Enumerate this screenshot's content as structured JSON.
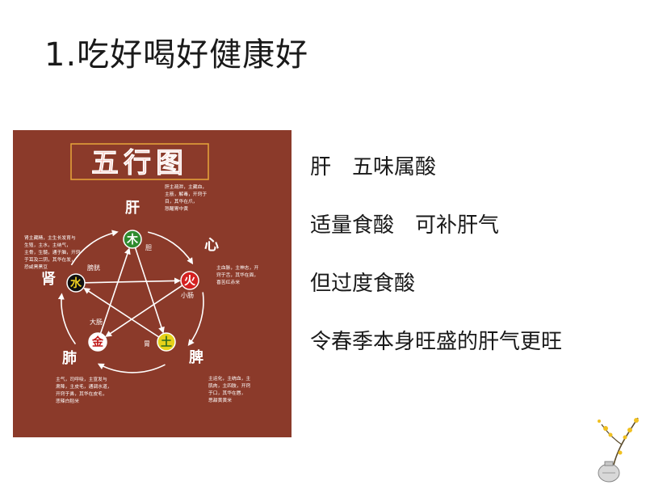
{
  "title": "1.吃好喝好健康好",
  "accent_bg": "#8b3a2a",
  "lines": [
    "肝　五味属酸",
    "适量食酸　可补肝气",
    "但过度食酸",
    "令春季本身旺盛的肝气更旺"
  ],
  "chart": {
    "title": "五行图",
    "elements": [
      {
        "char": "木",
        "color": "#2e8b2e",
        "text_color": "#ffffff",
        "organ": "肝",
        "fu": "胆"
      },
      {
        "char": "火",
        "color": "#d42020",
        "text_color": "#ffffff",
        "organ": "心",
        "fu": "小肠"
      },
      {
        "char": "土",
        "color": "#e6d21a",
        "text_color": "#2e6b1e",
        "organ": "脾",
        "fu": "胃"
      },
      {
        "char": "金",
        "color": "#ffffff",
        "text_color": "#c01818",
        "organ": "肺",
        "fu": "大肠"
      },
      {
        "char": "水",
        "color": "#111111",
        "text_color": "#f0d020",
        "organ": "肾",
        "fu": "膀胱"
      }
    ],
    "notes": {
      "liver": [
        "肝主疏泄，主藏血，",
        "主筋，解毒，开窍于",
        "目，其华在爪，",
        "怒醒胃中黄"
      ],
      "heart": [
        "主血脉，主神志，开",
        "窍于舌，其华在面，",
        "喜苦红赤米"
      ],
      "spleen": [
        "主运化，主统血，主",
        "肌肉，主四肢，开窍",
        "于口，其华在唇，",
        "思甜黄黄米"
      ],
      "lung": [
        "主气，司呼吸，主宣发与",
        "肃降，主皮毛，通调水道，",
        "开窍于鼻，其华在皮毛，",
        "悲辣白稻米"
      ],
      "kidney": [
        "肾主藏精，主生长发育与",
        "生殖，主水，主纳气，",
        "主骨，生髓，通于脑，开窍",
        "于耳及二阴，其华在发，",
        "恐咸黑黑豆"
      ]
    }
  }
}
